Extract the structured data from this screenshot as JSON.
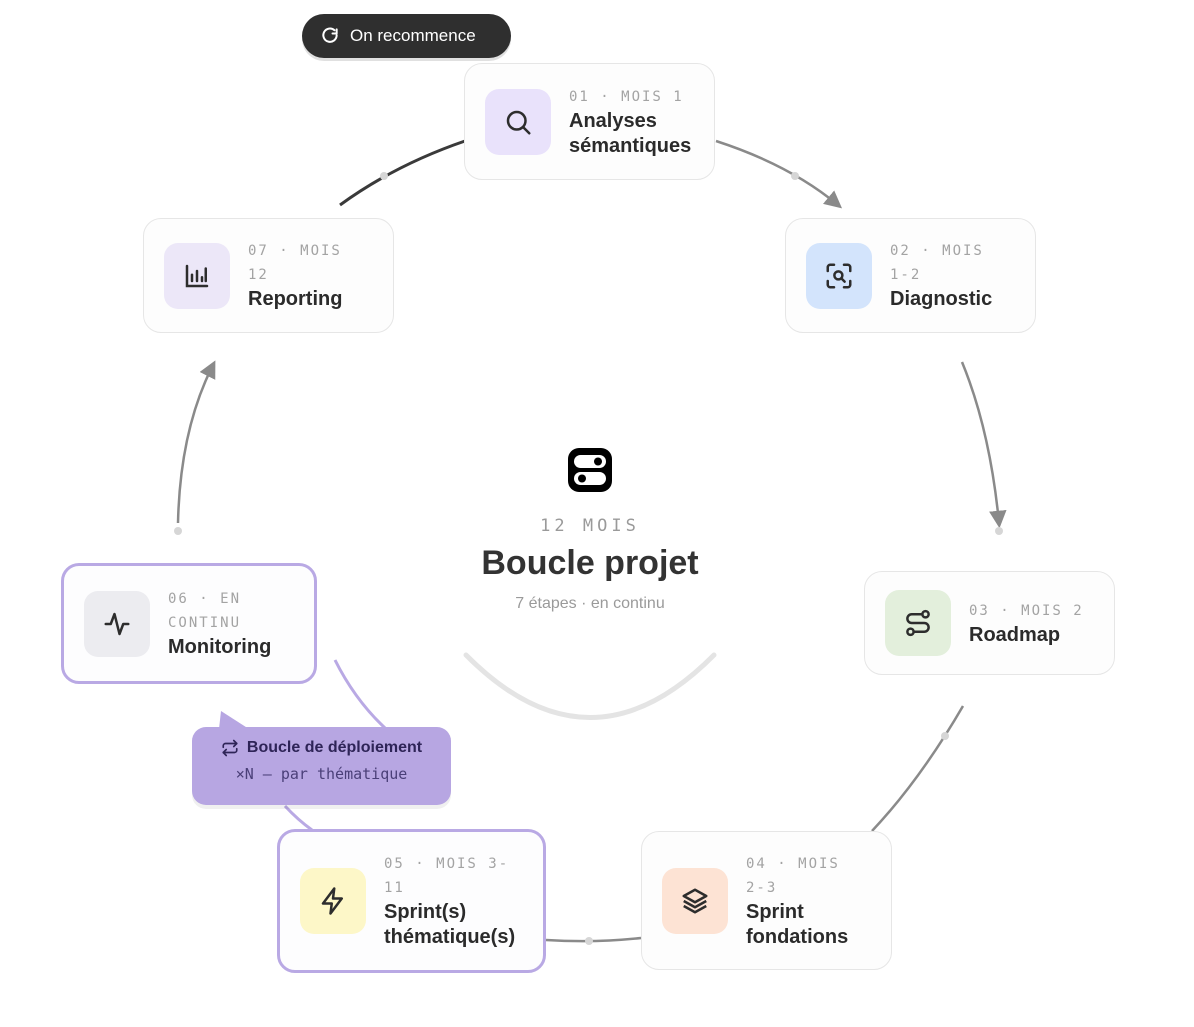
{
  "restart_button": {
    "label": "On recommence",
    "icon": "refresh-icon"
  },
  "center": {
    "logo": "brand-logo",
    "duration": "12 MOIS",
    "title": "Boucle projet",
    "subtitle": "7 étapes · en continu"
  },
  "steps": [
    {
      "meta": "01 · MOIS 1",
      "title": "Analyses sémantiques",
      "icon": "search-icon",
      "color": "#e9e2fb"
    },
    {
      "meta": "02 · MOIS 1-2",
      "title": "Diagnostic",
      "icon": "scan-search-icon",
      "color": "#d3e4fc"
    },
    {
      "meta": "03 · MOIS 2",
      "title": "Roadmap",
      "icon": "route-icon",
      "color": "#e3efdc"
    },
    {
      "meta": "04 · MOIS 2-3",
      "title": "Sprint fondations",
      "icon": "layers-icon",
      "color": "#fde3d4"
    },
    {
      "meta": "05 · MOIS 3-11",
      "title": "Sprint(s) thématique(s)",
      "icon": "lightning-icon",
      "color": "#fdf7c8"
    },
    {
      "meta": "06 · EN CONTINU",
      "title": "Monitoring",
      "icon": "activity-icon",
      "color": "#ececf0"
    },
    {
      "meta": "07 · MOIS 12",
      "title": "Reporting",
      "icon": "bar-chart-icon",
      "color": "#ece7f8"
    }
  ],
  "deploy_loop": {
    "title": "Boucle de déploiement",
    "subtitle": "×N — par thématique",
    "icon": "repeat-icon",
    "color": "#b7a6e2"
  },
  "colors": {
    "active_border": "#b9a9e4",
    "link_stroke": "#8c8c8c",
    "pill_bg": "#2f2f2f"
  }
}
